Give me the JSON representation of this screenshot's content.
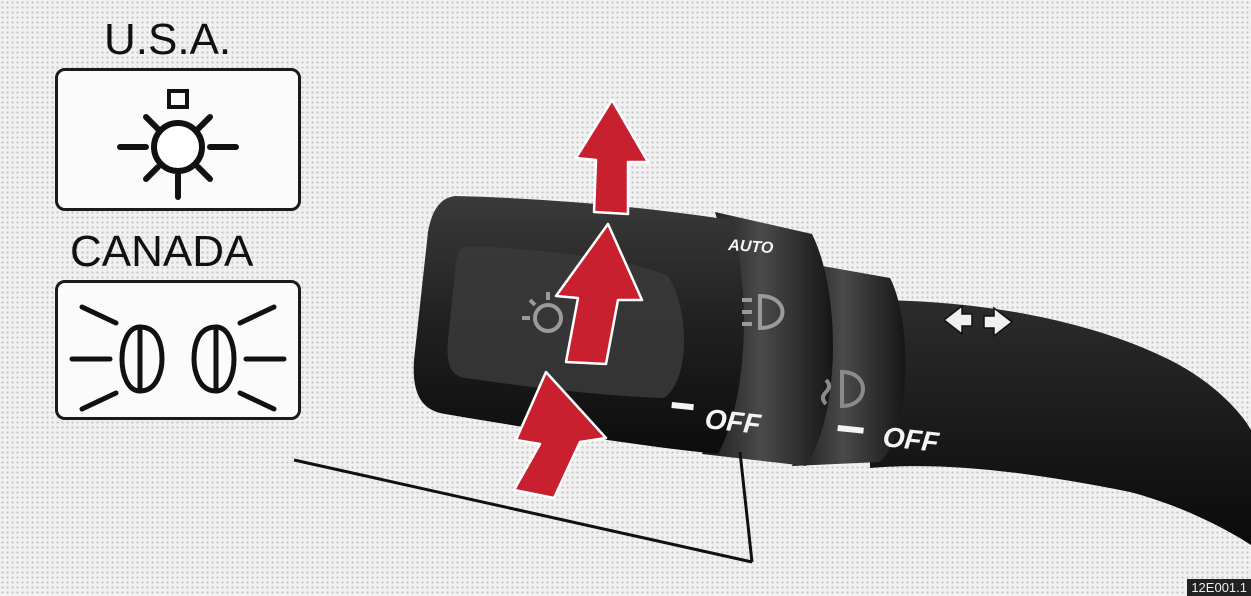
{
  "labels": {
    "usa": "U.S.A.",
    "canada": "CANADA"
  },
  "symbols": {
    "usa": "parking-lamp-icon",
    "canada": "headlamp-icon"
  },
  "stalk": {
    "auto": "AUTO",
    "light_off": "OFF",
    "fog_off": "OFF"
  },
  "figure_code": "12E001.1",
  "colors": {
    "arrow": "#c8202e",
    "stalk": "#141414"
  }
}
